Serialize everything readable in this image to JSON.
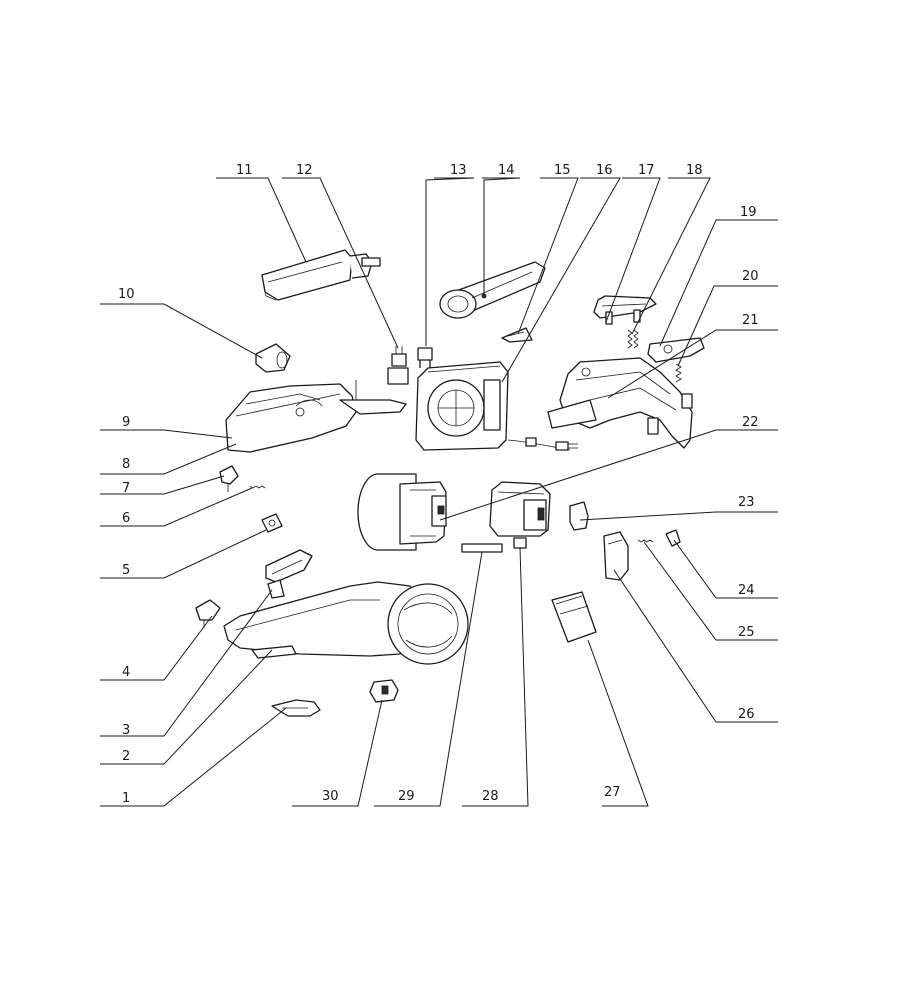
{
  "callouts": [
    {
      "n": "1",
      "label": "1"
    },
    {
      "n": "2",
      "label": "2"
    },
    {
      "n": "3",
      "label": "3"
    },
    {
      "n": "4",
      "label": "4"
    },
    {
      "n": "5",
      "label": "5"
    },
    {
      "n": "6",
      "label": "6"
    },
    {
      "n": "7",
      "label": "7"
    },
    {
      "n": "8",
      "label": "8"
    },
    {
      "n": "9",
      "label": "9"
    },
    {
      "n": "10",
      "label": "10"
    },
    {
      "n": "11",
      "label": "11"
    },
    {
      "n": "12",
      "label": "12"
    },
    {
      "n": "13",
      "label": "13"
    },
    {
      "n": "14",
      "label": "14"
    },
    {
      "n": "15",
      "label": "15"
    },
    {
      "n": "16",
      "label": "16"
    },
    {
      "n": "17",
      "label": "17"
    },
    {
      "n": "18",
      "label": "18"
    },
    {
      "n": "19",
      "label": "19"
    },
    {
      "n": "20",
      "label": "20"
    },
    {
      "n": "21",
      "label": "21"
    },
    {
      "n": "22",
      "label": "22"
    },
    {
      "n": "23",
      "label": "23"
    },
    {
      "n": "24",
      "label": "24"
    },
    {
      "n": "25",
      "label": "25"
    },
    {
      "n": "26",
      "label": "26"
    },
    {
      "n": "27",
      "label": "27"
    },
    {
      "n": "28",
      "label": "28"
    },
    {
      "n": "29",
      "label": "29"
    },
    {
      "n": "30",
      "label": "30"
    }
  ],
  "colors": {
    "ink": "#1a1a1a",
    "paper": "#ffffff"
  }
}
